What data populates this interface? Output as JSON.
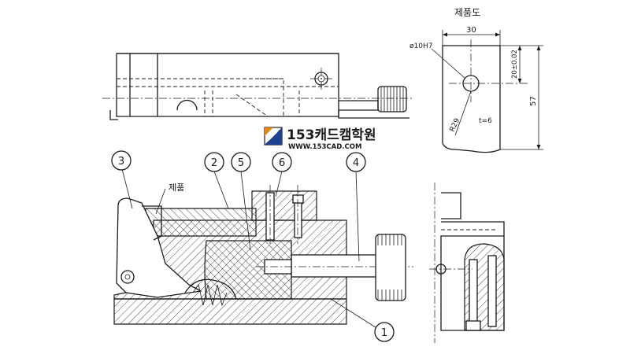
{
  "product_view": {
    "title": "제품도",
    "dim_width": "30",
    "dim_hole": "ø10H7",
    "dim_hole_pos": "20±0.02",
    "dim_height": "57",
    "dim_radius": "R29",
    "thickness": "t=6"
  },
  "watermark": {
    "name": "153캐드캠학원",
    "url": "WWW.153CAD.COM"
  },
  "callouts": [
    {
      "id": "1",
      "label": "1"
    },
    {
      "id": "2",
      "label": "2"
    },
    {
      "id": "3",
      "label": "3"
    },
    {
      "id": "4",
      "label": "4"
    },
    {
      "id": "5",
      "label": "5"
    },
    {
      "id": "6",
      "label": "6"
    }
  ],
  "part_label": "제품"
}
